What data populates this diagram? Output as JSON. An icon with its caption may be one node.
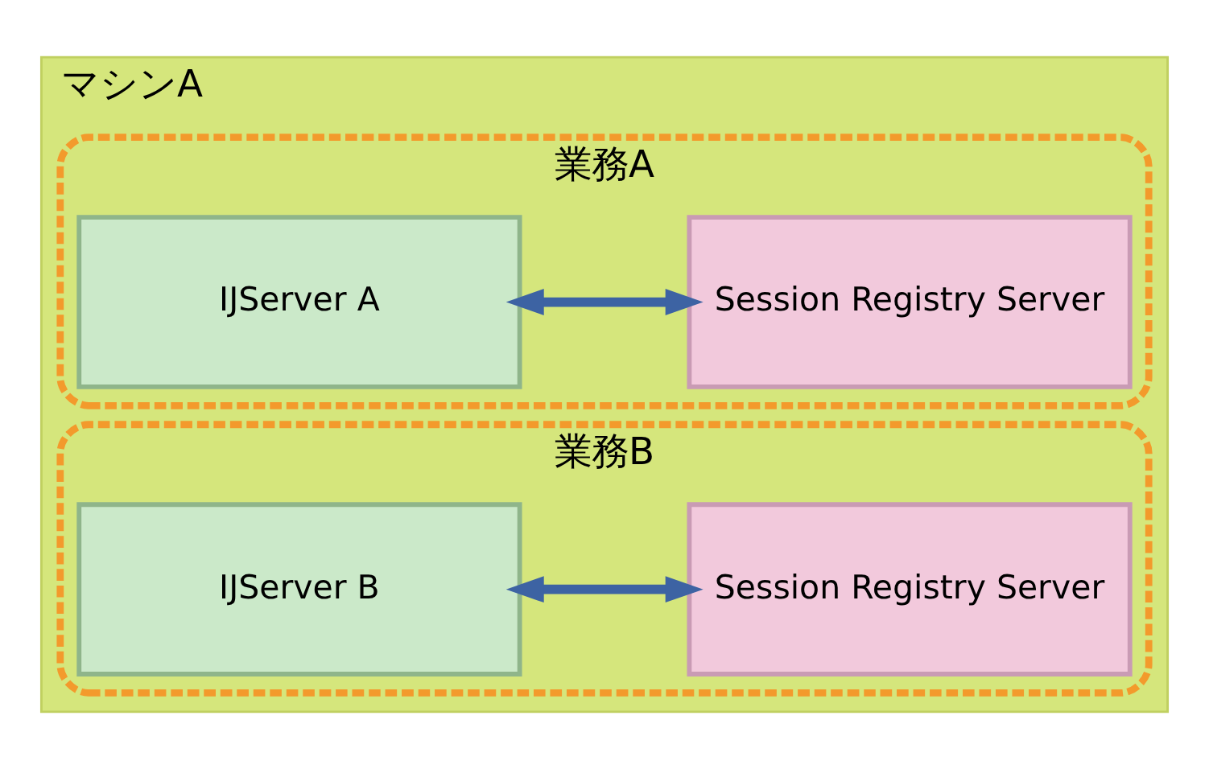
{
  "diagram": {
    "nodes": [
      {
        "text": [
          "マシンA"
        ]
      },
      {
        "text": [
          "業務A"
        ],
        "in": 0
      },
      {
        "text": [
          "IJServer A"
        ],
        "in": 1
      },
      {
        "text": [
          "Session Registry Server"
        ],
        "in": 1
      },
      {
        "text": [
          "業務B"
        ],
        "in": 0
      },
      {
        "text": [
          "IJServer B"
        ],
        "in": 4
      },
      {
        "text": [
          "Session Registry Server"
        ],
        "in": 4
      }
    ],
    "edges": [
      {
        "from": 2,
        "to": 3,
        "arrow": "both"
      },
      {
        "from": 5,
        "to": 6,
        "arrow": "both"
      }
    ]
  }
}
